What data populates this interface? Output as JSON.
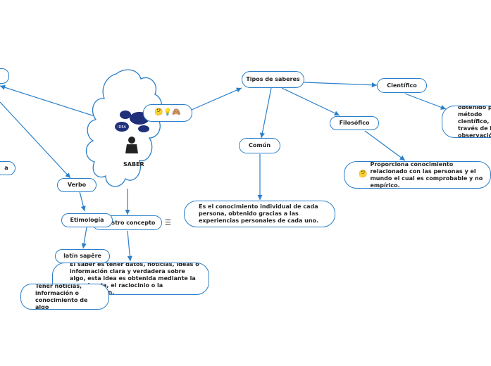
{
  "center": {
    "label": "SABER",
    "bubble_1": "",
    "bubble_2": "",
    "bubble_3": "IDEA"
  },
  "nodes": {
    "tipos_de_saberes": "Tipos de saberes",
    "cientifico": "Científico",
    "cientifico_desc": "Conocimiento obtenido por el método científico, a través de la observación y la experimentación.",
    "filosofico": "Filosófico",
    "filosofico_desc": "Proporciona conocimiento relacionado con las personas y el mundo el cual es comprobable y no empírico.",
    "comun": "Común",
    "comun_desc": "Es el conocimiento individual de cada persona, obtenido gracias a las experiencias personales de cada uno.",
    "verbo": "Verbo",
    "etimologia": "Etimología",
    "nuestro_concepto": "Nuestro concepto",
    "latin_sapere": "latín sapěre",
    "tener_noticias": "Tener noticias, información o conocimiento de algo",
    "concepto_desc": "El saber es tener datos, noticias, ideas o información clara y verdadera sobre algo, esta idea es obtenida mediante la experiencia, el raciocinio o la investigación.",
    "left_edge_partial": "a",
    "emoji_node": "🤔💡🙈"
  },
  "menu_icon": "☰",
  "colors": {
    "line": "#2a7fc9",
    "border": "#2a7fc9"
  }
}
